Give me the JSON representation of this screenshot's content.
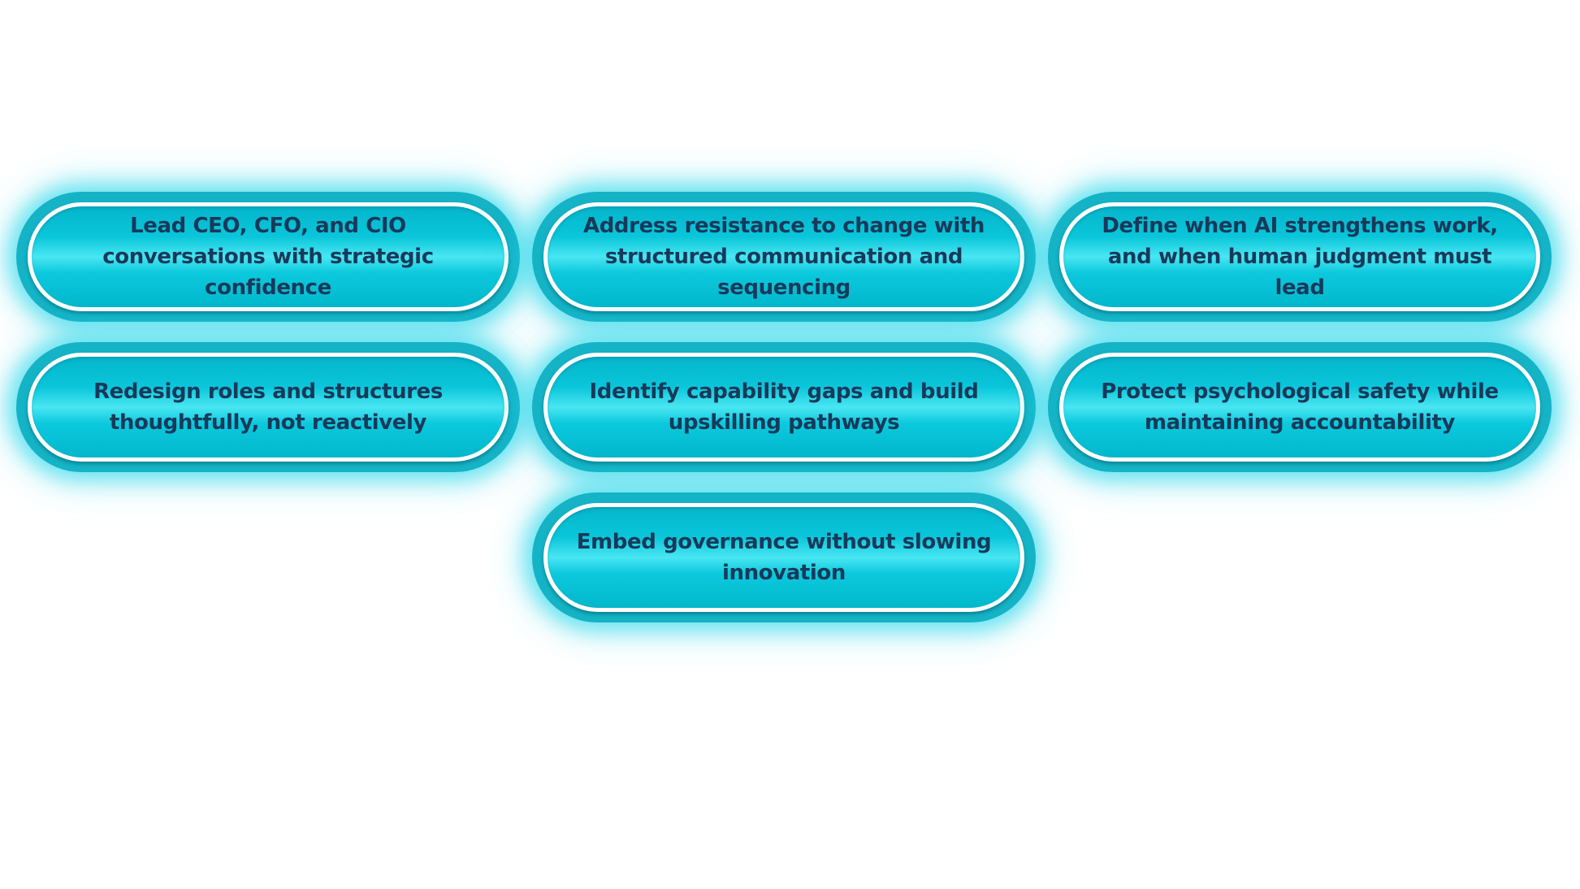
{
  "items": [
    {
      "text": "Lead CEO, CFO, and CIO conversations with strategic confidence"
    },
    {
      "text": "Address resistance to change with structured communication and sequencing"
    },
    {
      "text": "Define when AI strengthens work, and when human judgment must lead"
    },
    {
      "text": "Redesign roles and structures thoughtfully, not reactively"
    },
    {
      "text": "Identify capability gaps and build upskilling pathways"
    },
    {
      "text": "Protect psychological safety while maintaining accountability"
    },
    {
      "text": "Embed governance without slowing innovation"
    }
  ],
  "colors": {
    "pill_fill": "#14b3c6",
    "pill_highlight": "#49e6f2",
    "pill_border": "#ffffff",
    "text": "#18395a",
    "glow": "#28d7eb"
  }
}
